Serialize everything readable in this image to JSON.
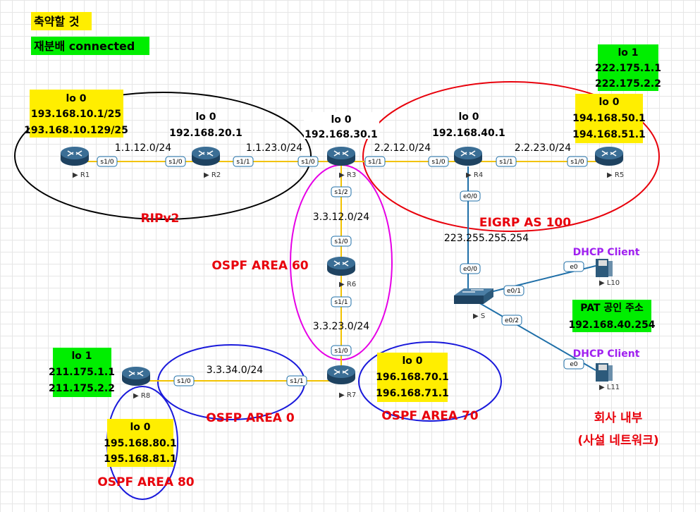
{
  "legend": {
    "summarize": "축약할 것",
    "redistribute": "재분배 connected",
    "summarize_color": "#ffee00",
    "redistribute_color": "#00ee00"
  },
  "areas": {
    "rip": "RIPv2",
    "eigrp": "EIGRP AS 100",
    "ospf60": "OSPF AREA 60",
    "ospf0": "OSFP AREA 0",
    "ospf70": "OSPF AREA 70",
    "ospf80": "OSPF AREA 80"
  },
  "devices": {
    "r1": "R1",
    "r2": "R2",
    "r3": "R3",
    "r4": "R4",
    "r5": "R5",
    "r6": "R6",
    "r7": "R7",
    "r8": "R8",
    "switch": "S",
    "l10": "L10",
    "l11": "L11"
  },
  "loopbacks": {
    "r1": {
      "title": "lo 0",
      "l1": "193.168.10.1/25",
      "l2": "193.168.10.129/25"
    },
    "r2": {
      "title": "lo 0",
      "l1": "192.168.20.1"
    },
    "r3": {
      "title": "lo 0",
      "l1": "192.168.30.1"
    },
    "r4": {
      "title": "lo 0",
      "l1": "192.168.40.1"
    },
    "r5_lo1": {
      "title": "lo 1",
      "l1": "222.175.1.1",
      "l2": "222.175.2.2"
    },
    "r5_lo0": {
      "title": "lo 0",
      "l1": "194.168.50.1",
      "l2": "194.168.51.1"
    },
    "r7": {
      "title": "lo 0",
      "l1": "196.168.70.1",
      "l2": "196.168.71.1"
    },
    "r8_lo1": {
      "title": "lo 1",
      "l1": "211.175.1.1",
      "l2": "211.175.2.2"
    },
    "r8_lo0": {
      "title": "lo 0",
      "l1": "195.168.80.1",
      "l2": "195.168.81.1"
    }
  },
  "networks": {
    "r1_r2": "1.1.12.0/24",
    "r2_r3": "1.1.23.0/24",
    "r3_r4": "2.2.12.0/24",
    "r4_r5": "2.2.23.0/24",
    "r3_r6": "3.3.12.0/24",
    "r6_r7": "3.3.23.0/24",
    "r7_r8": "3.3.34.0/24",
    "r4_s": "223.255.255.254"
  },
  "ports": {
    "r1_s10": "s1/0",
    "r2_s10": "s1/0",
    "r2_s11": "s1/1",
    "r3_s10": "s1/0",
    "r3_s11": "s1/1",
    "r3_s12": "s1/2",
    "r4_s10": "s1/0",
    "r4_s11": "s1/1",
    "r4_e00": "e0/0",
    "r5_s10": "s1/0",
    "r6_s10": "s1/0",
    "r6_s11": "s1/1",
    "r7_s10": "s1/0",
    "r7_s11": "s1/1",
    "r8_s10": "s1/0",
    "s_e00": "e0/0",
    "s_e01": "e0/1",
    "s_e02": "e0/2",
    "l10_e0": "e0",
    "l11_e0": "e0"
  },
  "clients": {
    "dhcp1": "DHCP Client",
    "dhcp2": "DHCP Client",
    "pat_title": "PAT 공인 주소",
    "pat_addr": "192.168.40.254",
    "internal1": "회사 내부",
    "internal2": "(사설 네트워크)"
  },
  "colors": {
    "rip": "#000000",
    "eigrp": "#e8000b",
    "ospf60": "#e600e6",
    "ospf": "#1a1adb",
    "link": "#f2c200",
    "ethernet": "#1f6fa8",
    "router_body": "#2d5a7b"
  }
}
